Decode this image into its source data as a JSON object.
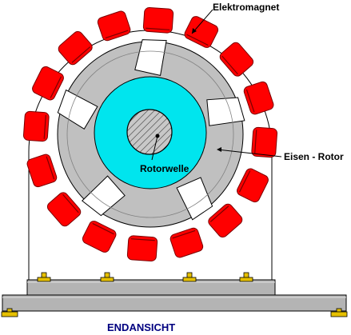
{
  "labels": {
    "electromagnet": "Elektromagnet",
    "rotor": "Eisen - Rotor",
    "shaft": "Rotorwelle",
    "view": "ENDANSICHT"
  },
  "colors": {
    "magnet_red": "#ff0000",
    "magnet_edge": "#7a0000",
    "rotor_gray": "#c0c0c0",
    "hub_cyan": "#00e5ee",
    "shaft_gray": "#c8c8c8",
    "base_gray": "#b4b4b4",
    "bolt_yellow": "#e6c000",
    "title_blue": "#000080"
  },
  "magnet_count": 16,
  "rotor_teeth": 5
}
